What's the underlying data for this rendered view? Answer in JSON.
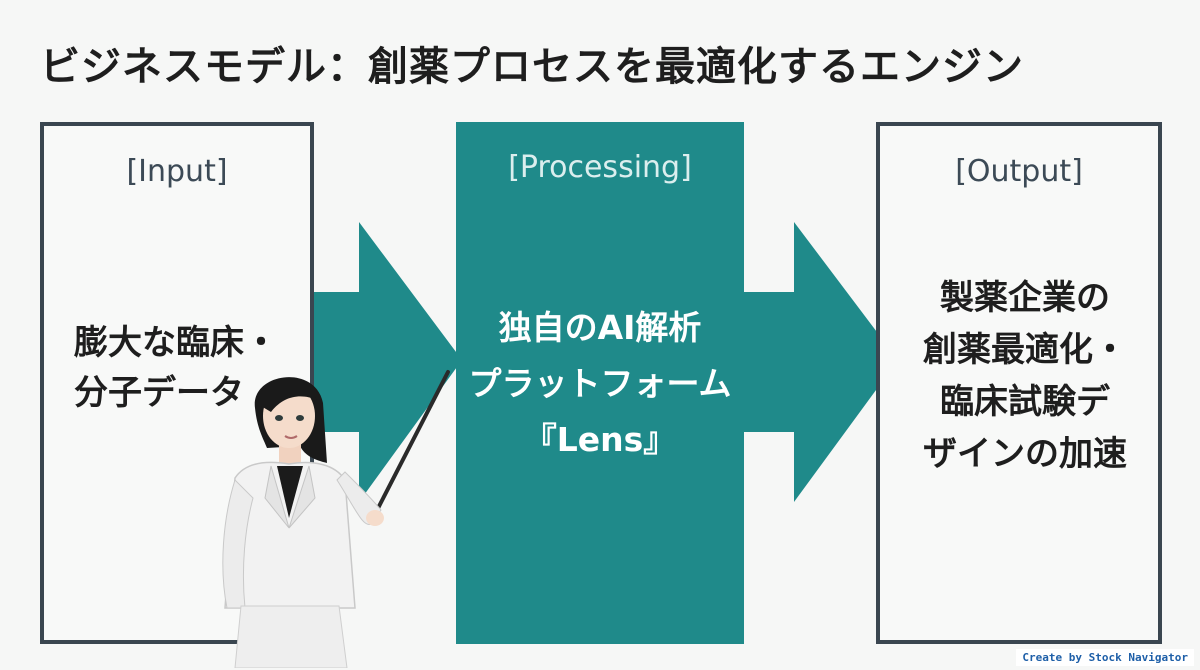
{
  "title": "ビジネスモデル：創薬プロセスを最適化するエンジン",
  "input": {
    "header": "[Input]",
    "lines": [
      "膨大な臨床・",
      "分子データ"
    ]
  },
  "processing": {
    "header": "[Processing]",
    "lines": [
      "独自のAI解析",
      "プラットフォーム",
      "『Lens』"
    ]
  },
  "output": {
    "header": "[Output]",
    "lines": [
      "製薬企業の",
      "創薬最適化・",
      "臨床試験デ",
      "ザインの加速"
    ]
  },
  "colors": {
    "accent_teal": "#1f8a8a",
    "box_border": "#3a4650",
    "header_text": "#3c4a56"
  },
  "presenter": {
    "icon": "presenter-woman-with-pointer-icon"
  },
  "credit": "Create by Stock Navigator"
}
